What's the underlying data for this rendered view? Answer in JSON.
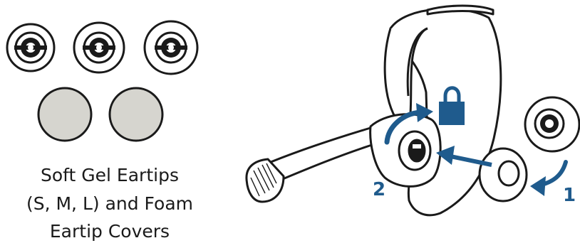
{
  "caption": {
    "lines": [
      "Soft Gel Eartips",
      "(S, M, L) and Foam",
      "Eartip Covers"
    ]
  },
  "steps": [
    {
      "label": "1"
    },
    {
      "label": "2"
    }
  ],
  "icons": {
    "lock": "lock-icon"
  },
  "colors": {
    "accent": "#1f5b8d",
    "foam": "#d6d5cf",
    "outline": "#1a1a1a"
  }
}
